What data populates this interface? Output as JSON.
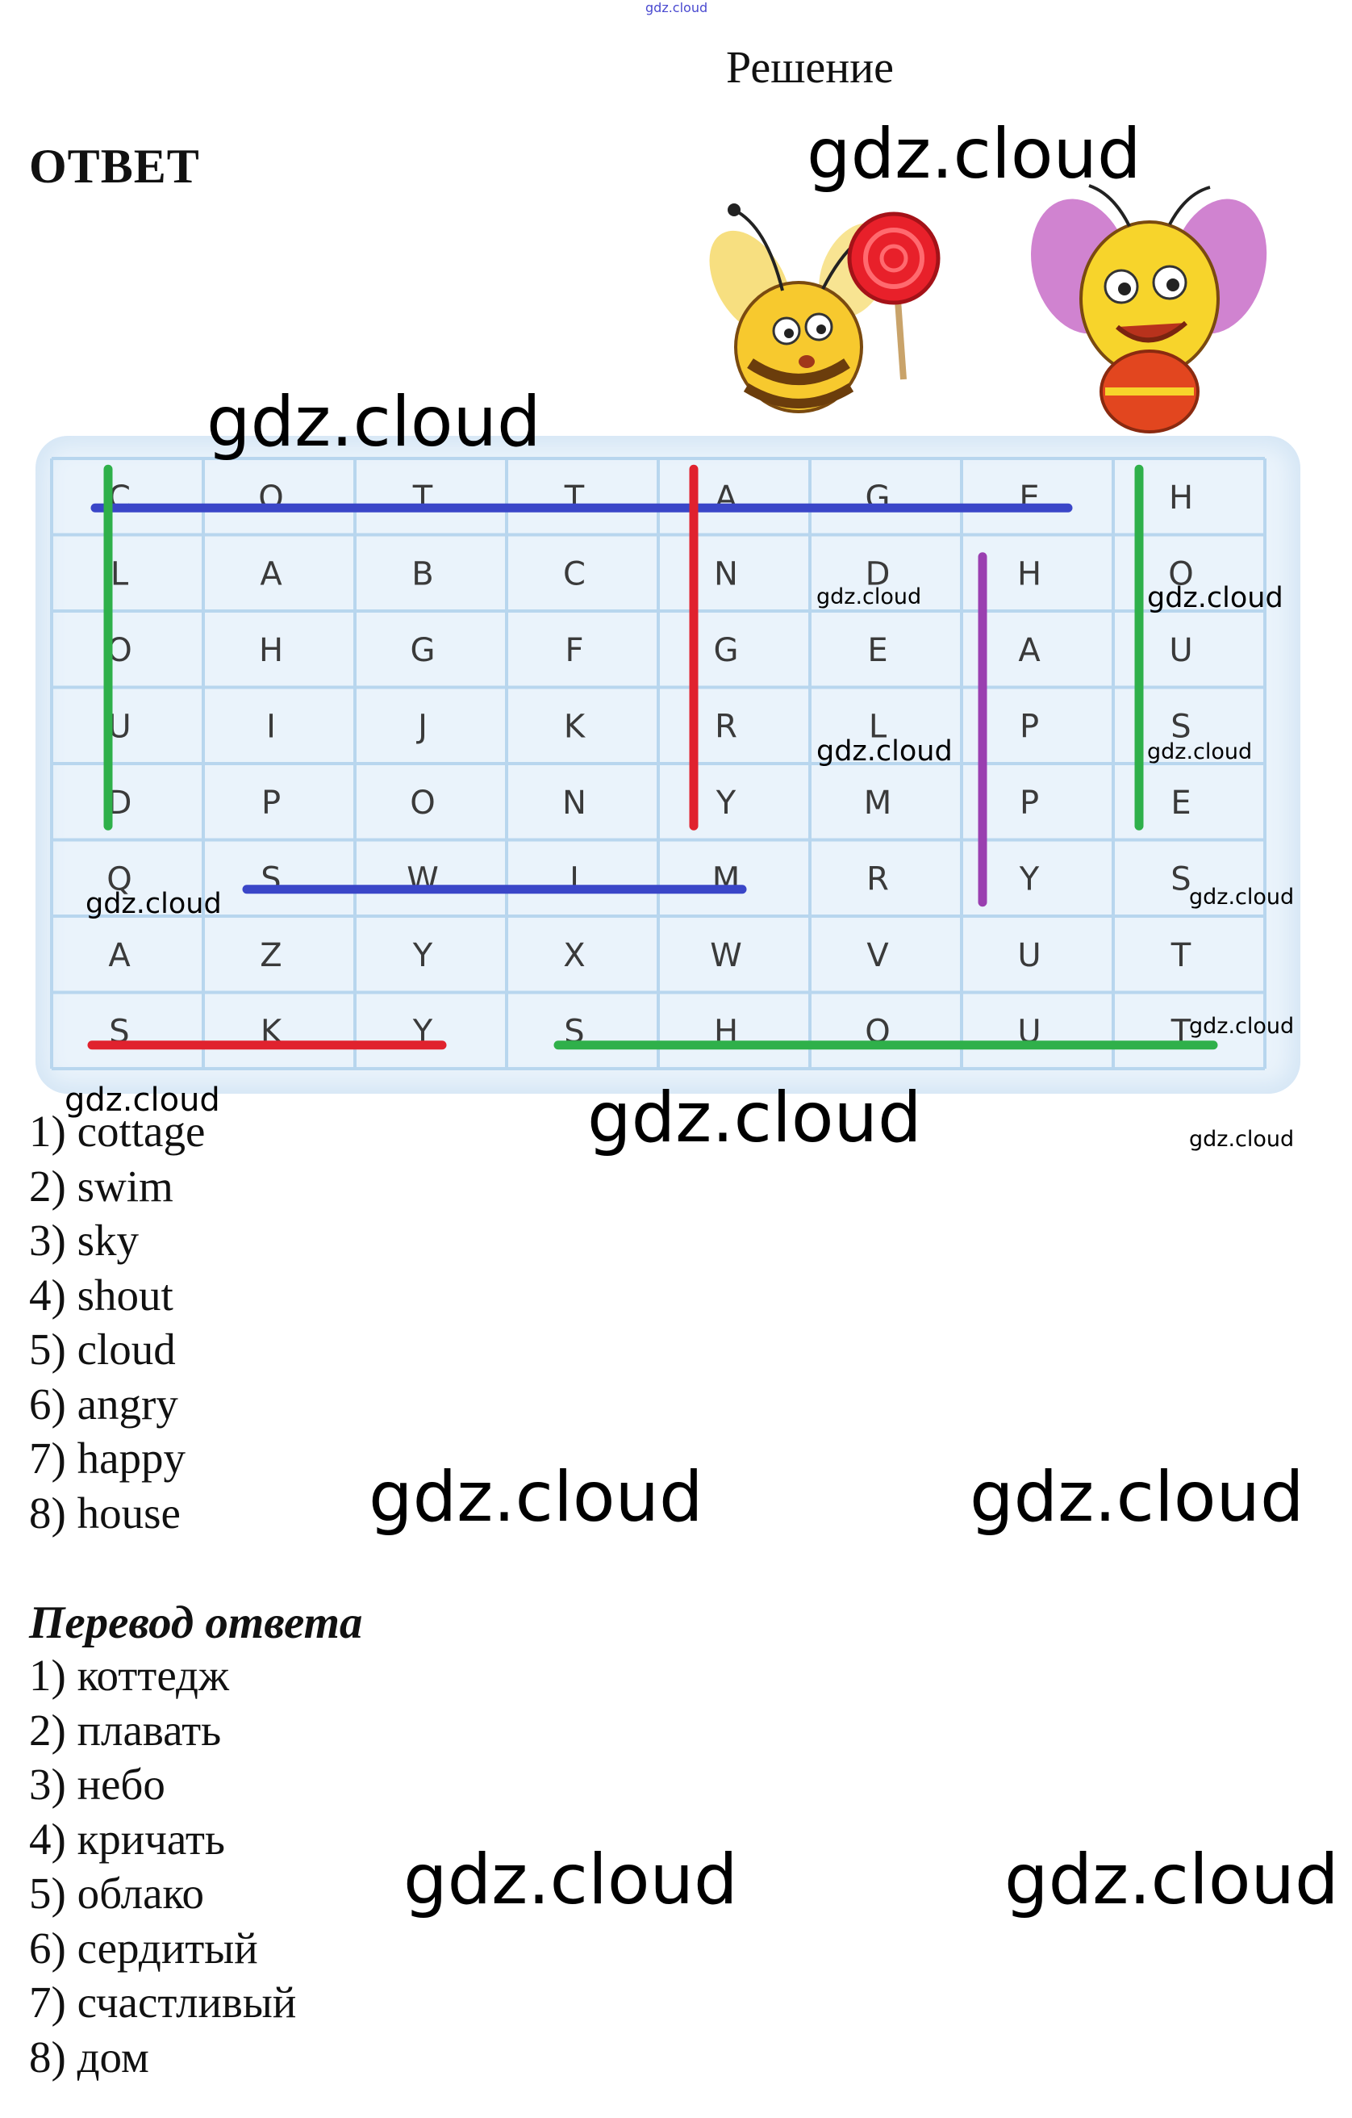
{
  "site_tag": "gdz.cloud",
  "header": {
    "title": "Решение"
  },
  "answer_heading": "ОТВЕТ",
  "watermark": "gdz.cloud",
  "word_search": {
    "rows": [
      [
        "C",
        "O",
        "T",
        "T",
        "A",
        "G",
        "E",
        "H"
      ],
      [
        "L",
        "A",
        "B",
        "C",
        "N",
        "D",
        "H",
        "O"
      ],
      [
        "O",
        "H",
        "G",
        "F",
        "G",
        "E",
        "A",
        "U"
      ],
      [
        "U",
        "I",
        "J",
        "K",
        "R",
        "L",
        "P",
        "S"
      ],
      [
        "D",
        "P",
        "O",
        "N",
        "Y",
        "M",
        "P",
        "E"
      ],
      [
        "Q",
        "S",
        "W",
        "I",
        "M",
        "R",
        "Y",
        "S"
      ],
      [
        "A",
        "Z",
        "Y",
        "X",
        "W",
        "V",
        "U",
        "T"
      ],
      [
        "S",
        "K",
        "Y",
        "S",
        "H",
        "O",
        "U",
        "T"
      ]
    ],
    "colors": {
      "blue": "#3a46c8",
      "green": "#2fb04a",
      "red": "#e0222e",
      "purple": "#9a3fb0",
      "grid": "#b8d6ee"
    }
  },
  "answers": [
    "1) cottage",
    "2) swim",
    "3) sky",
    "4) shout",
    "5) cloud",
    "6) angry",
    "7) happy",
    "8) house"
  ],
  "translation_heading": "Перевод ответа",
  "translations": [
    "1) коттедж",
    "2) плавать",
    "3) небо",
    "4) кричать",
    "5) облако",
    "6) сердитый",
    "7) счастливый",
    "8) дом"
  ]
}
